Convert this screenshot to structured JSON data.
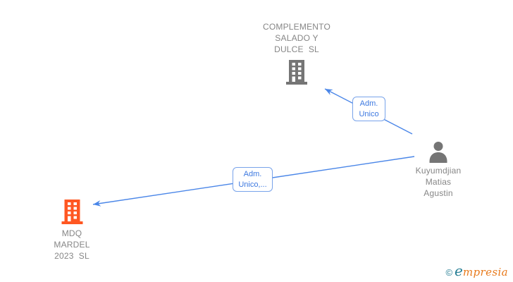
{
  "graph": {
    "nodes": [
      {
        "id": "company_top",
        "type": "company",
        "label": "COMPLEMENTO\nSALADO Y\nDULCE  SL",
        "icon": "building-icon",
        "icon_color": "#757575"
      },
      {
        "id": "person",
        "type": "person",
        "label": "Kuyumdjian\nMatias\nAgustin",
        "icon": "person-icon",
        "icon_color": "#757575"
      },
      {
        "id": "company_bottom",
        "type": "company",
        "label": "MDQ\nMARDEL\n2023  SL",
        "icon": "building-icon",
        "icon_color": "#FF5722"
      }
    ],
    "edges": [
      {
        "from": "person",
        "to": "company_top",
        "label": "Adm.\nUnico"
      },
      {
        "from": "person",
        "to": "company_bottom",
        "label": "Adm.\nUnico,..."
      }
    ]
  },
  "colors": {
    "edge": "#4a86e8",
    "edge_label_text": "#3c78e0",
    "edge_label_border": "#78a3ea",
    "node_text": "#868686",
    "company_icon_default": "#757575",
    "company_icon_highlight": "#FF5722",
    "person_icon": "#757575",
    "background": "#ffffff",
    "watermark_teal": "#277f95",
    "watermark_orange": "#e87a1c"
  },
  "watermark": {
    "copyright_symbol": "©",
    "brand_initial": "e",
    "brand_rest": "mpresia"
  }
}
